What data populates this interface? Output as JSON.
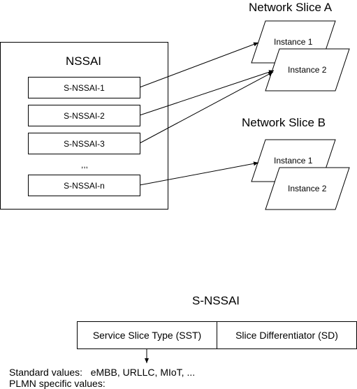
{
  "nssai": {
    "title": "NSSAI",
    "items": [
      "S-NSSAI-1",
      "S-NSSAI-2",
      "S-NSSAI-3",
      "S-NSSAI-n"
    ],
    "ellipsis": ",,,"
  },
  "slices": [
    {
      "title": "Network Slice A",
      "instances": [
        "Instance 1",
        "Instance 2"
      ]
    },
    {
      "title": "Network Slice B",
      "instances": [
        "Instance 1",
        "Instance 2"
      ]
    }
  ],
  "snssai": {
    "title": "S-NSSAI",
    "fields": [
      "Service Slice Type (SST)",
      "Slice Differentiator (SD)"
    ],
    "notes": [
      "Standard values:   eMBB, URLLC, MIoT, ...",
      "PLMN specific values:"
    ]
  }
}
